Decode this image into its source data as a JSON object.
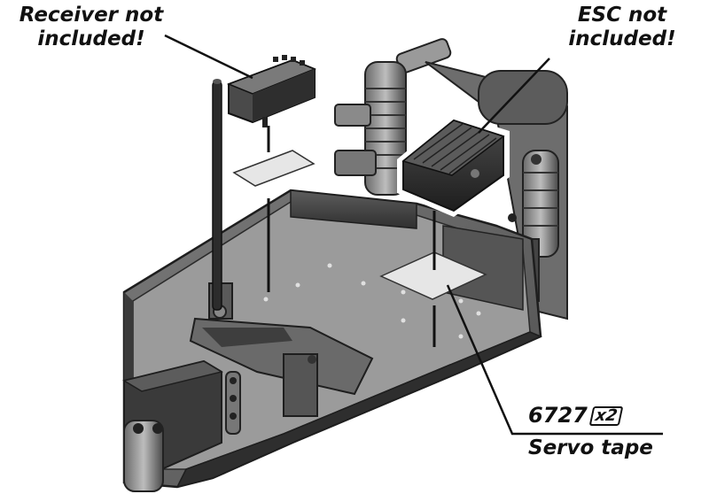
{
  "receiver_note": {
    "line1": "Receiver not",
    "line2": "included!"
  },
  "esc_note": {
    "line1": "ESC not",
    "line2": "included!"
  },
  "part": {
    "number": "6727",
    "quantity": "x2",
    "name": "Servo tape"
  },
  "colors": {
    "chassis_dark": "#3c3c3c",
    "chassis_mid": "#5a5a5a",
    "chassis_light": "#8a8a8a",
    "tape": "#e6e6e6",
    "leader": "#111111"
  }
}
